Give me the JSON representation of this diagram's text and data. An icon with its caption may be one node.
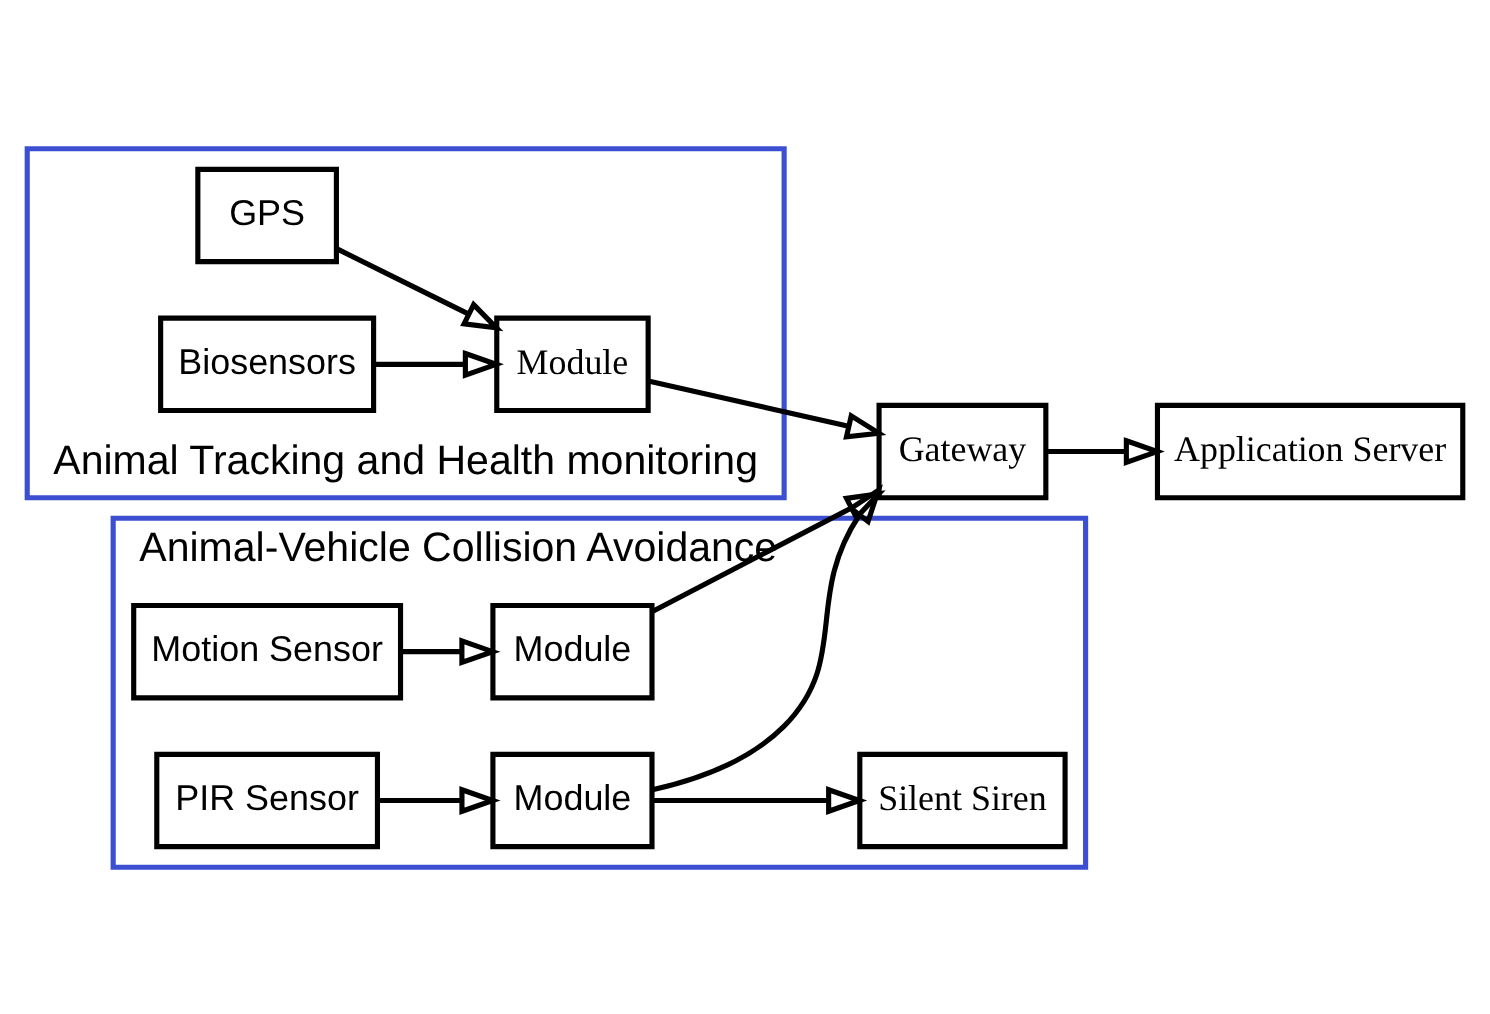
{
  "diagram": {
    "nodes": [
      {
        "text": [
          "Animal-Vehicle Collision Avoidance"
        ]
      },
      {
        "text": [
          "Silent Siren"
        ],
        "in": 0
      },
      {
        "text": [
          "PIR Sensor"
        ],
        "in": 0
      },
      {
        "text": [
          "Module"
        ],
        "in": 0
      },
      {
        "text": [
          "Motion Sensor"
        ],
        "in": 0
      },
      {
        "text": [
          "Module"
        ],
        "in": 0
      },
      {
        "text": [
          "Animal Tracking and Health monitoring"
        ]
      },
      {
        "text": [
          "GPS"
        ],
        "in": 6
      },
      {
        "text": [
          "Biosensors"
        ],
        "in": 6
      },
      {
        "text": [
          "Module"
        ],
        "in": 6
      },
      {
        "text": [
          "Gateway"
        ]
      },
      {
        "text": [
          "Application Server"
        ]
      }
    ],
    "edges": [
      {
        "from": 2,
        "to": 3,
        "arrow": "to"
      },
      {
        "from": 3,
        "to": 1,
        "arrow": "to"
      },
      {
        "from": 4,
        "to": 5,
        "arrow": "to"
      },
      {
        "from": 3,
        "to": 10,
        "arrow": "to"
      },
      {
        "from": 5,
        "to": 10,
        "arrow": "to"
      },
      {
        "from": 7,
        "to": 9,
        "arrow": "to"
      },
      {
        "from": 8,
        "to": 9,
        "arrow": "to"
      },
      {
        "from": 9,
        "to": 10,
        "arrow": "to"
      },
      {
        "from": 10,
        "to": 11,
        "arrow": "to"
      }
    ]
  }
}
